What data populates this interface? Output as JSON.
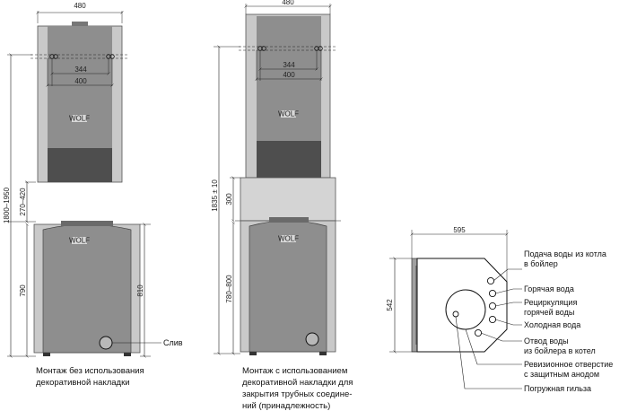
{
  "left_unit": {
    "dim_top_width": "480",
    "dim_inner_344": "344",
    "dim_inner_400": "400",
    "dim_total_height": "1800–1950",
    "dim_gap": "270–420",
    "dim_lower_height": "790",
    "dim_right_height": "810",
    "drain_label": "Слив",
    "logo_text": "WOLF",
    "caption_lines": [
      "Монтаж без использования",
      "декоративной накладки"
    ]
  },
  "middle_unit": {
    "dim_top_width": "480",
    "dim_inner_344": "344",
    "dim_inner_400": "400",
    "dim_total_height": "1835 ± 10",
    "dim_gap": "300",
    "dim_lower_height": "780–800",
    "logo_text": "WOLF",
    "caption_lines": [
      "Монтаж  с  использованием",
      "декоративной накладки для",
      "закрытия трубных соедине-",
      "ний (принадлежность)"
    ]
  },
  "side_view": {
    "dim_width": "595",
    "dim_height": "542",
    "connections": [
      "Подача воды из котла",
      "в бойлер",
      "Горячая вода",
      "Рециркуляция",
      "горячей воды",
      "Холодная вода",
      "Отвод воды",
      "из бойлера в котел",
      "Ревизионное отверстие",
      "с защитным анодом",
      "Погружная гильза"
    ]
  }
}
